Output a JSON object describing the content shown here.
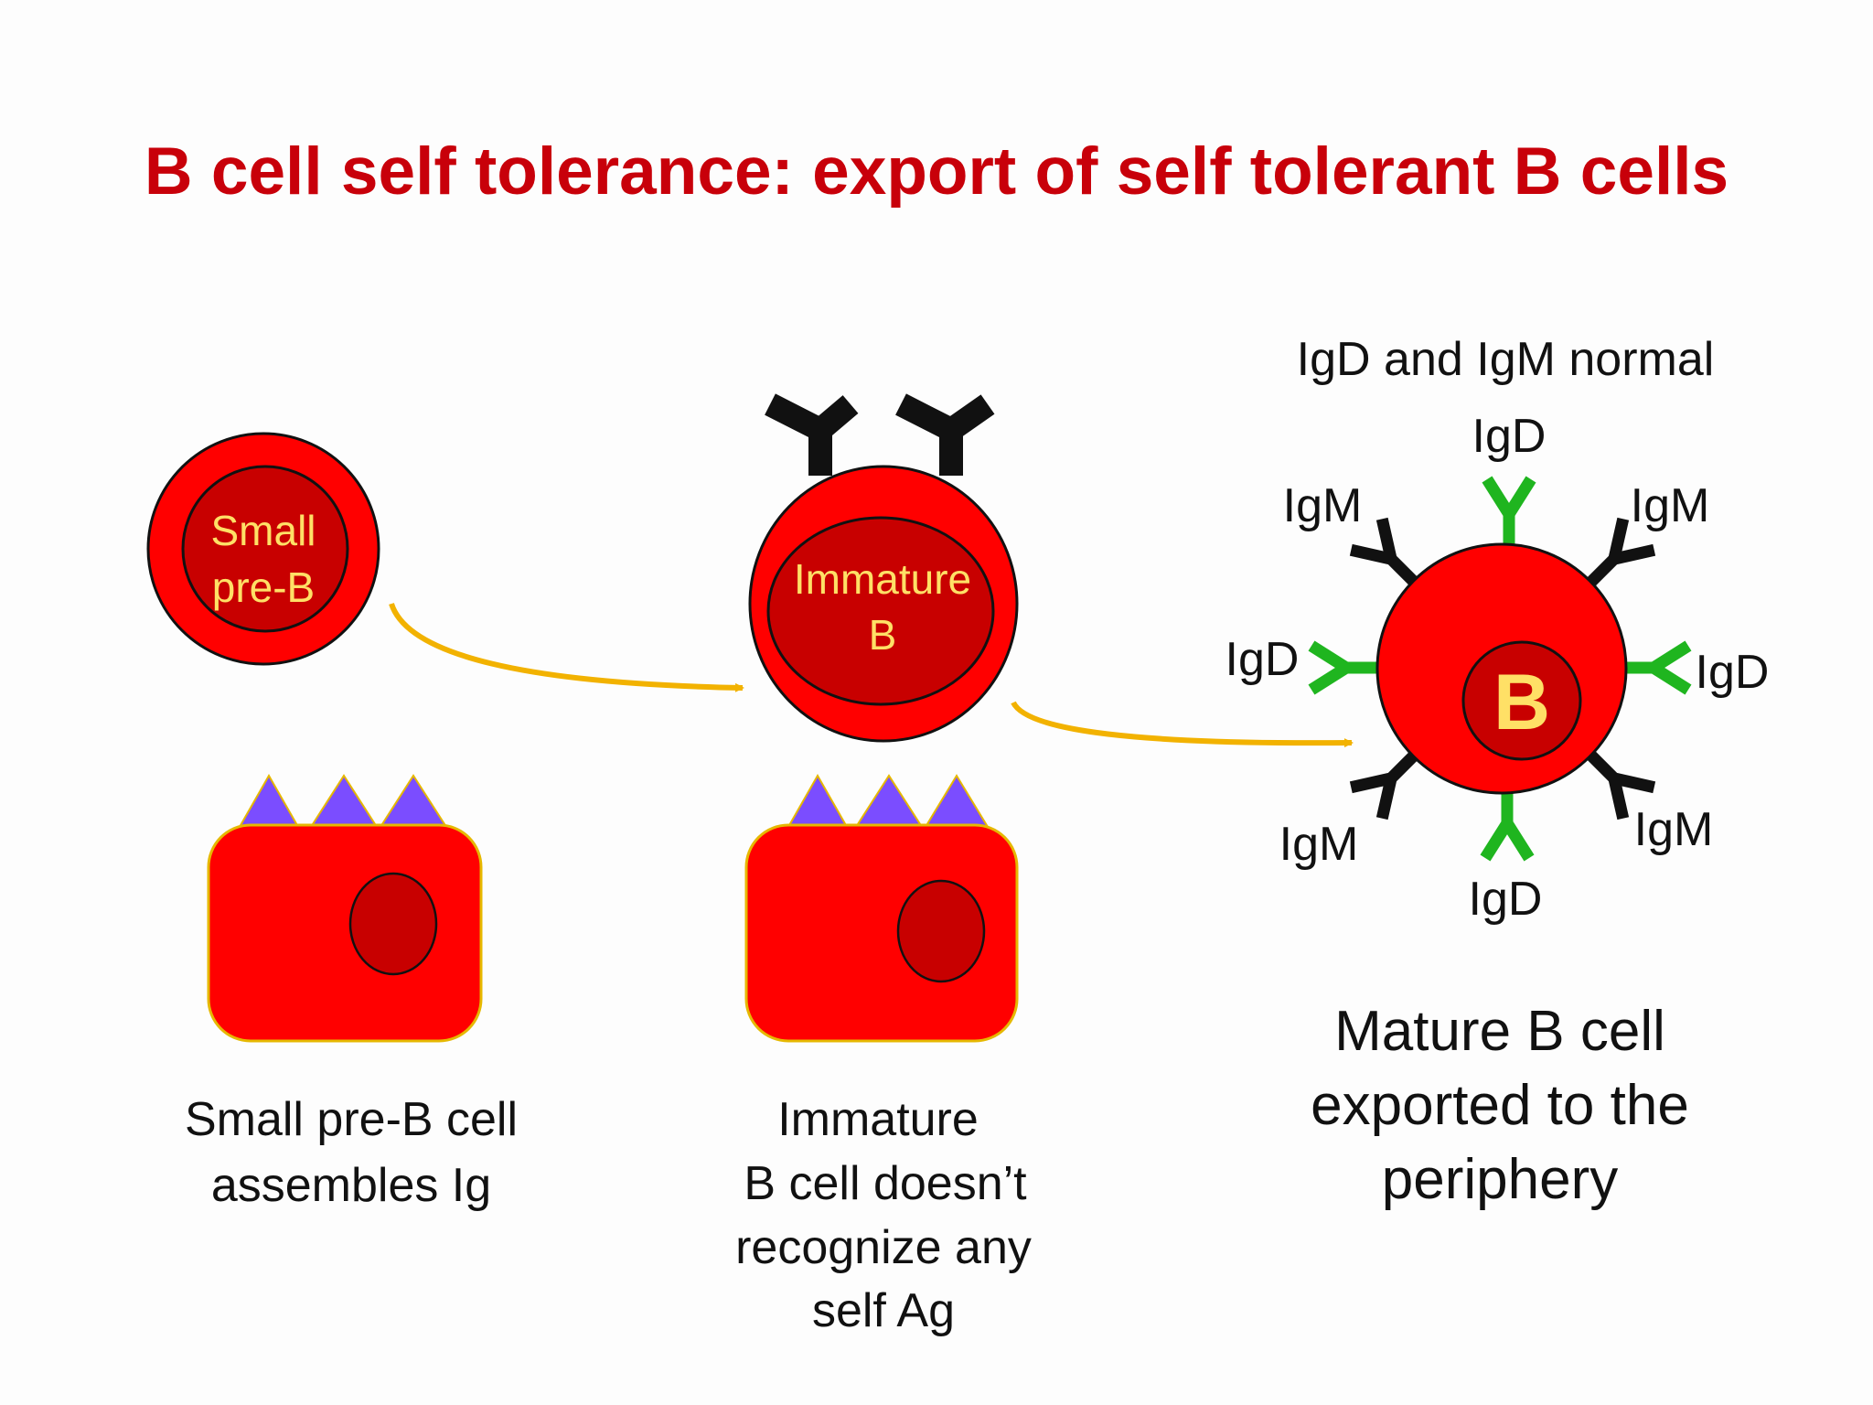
{
  "title": "B cell self tolerance: export of self tolerant B cells",
  "colors": {
    "title": "#c8000a",
    "cell_body": "#ff0000",
    "nucleus": "#c80000",
    "cell_text": "#ffe066",
    "arrow": "#f2b200",
    "antigen": "#7b4dff",
    "igd": "#1fb51f",
    "igm": "#111111"
  },
  "stage1": {
    "cell_label_line1": "Small",
    "cell_label_line2": "pre-B",
    "caption": [
      "Small pre-B cell",
      "assembles Ig"
    ]
  },
  "stage2": {
    "cell_label_line1": "Immature",
    "cell_label_line2": "B",
    "caption": [
      "Immature",
      "B cell doesn’t",
      "recognize any",
      "self Ag"
    ]
  },
  "stage3": {
    "header": "IgD and IgM normal",
    "nucleus_label": "B",
    "receptor_labels": {
      "igd_top": "IgD",
      "igd_left": "IgD",
      "igd_right": "IgD",
      "igd_bottom": "IgD",
      "igm_top_left": "IgM",
      "igm_top_right": "IgM",
      "igm_bottom_left": "IgM",
      "igm_bottom_right": "IgM"
    },
    "caption": [
      "Mature B cell",
      "exported to the",
      "periphery"
    ]
  },
  "icons": {
    "receptor": "y-shaped-antibody-icon",
    "antigen": "triangle-antigen-icon",
    "arrow": "curved-arrow-icon"
  }
}
